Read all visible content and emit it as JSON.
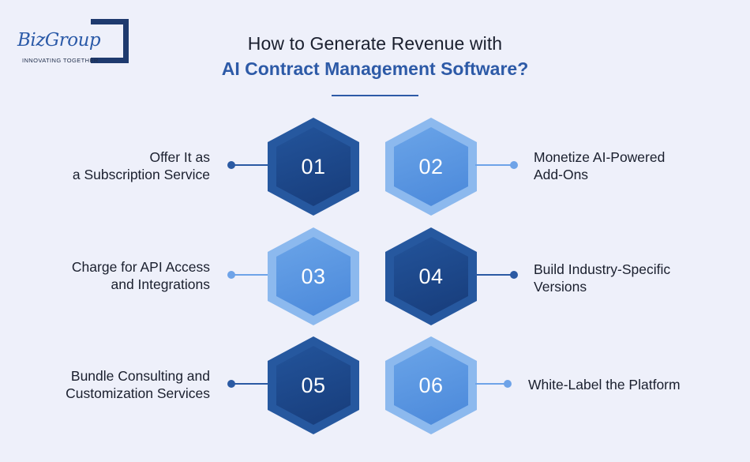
{
  "logo": {
    "name": "BizGroup",
    "tagline": "INNOVATING TOGETHER"
  },
  "title": {
    "line1": "How to Generate Revenue with",
    "line2": "AI Contract Management Software?"
  },
  "colors": {
    "dark": "#1e4a8f",
    "light": "#5c98e2",
    "title_accent": "#2d5aa7"
  },
  "steps": [
    {
      "number": "01",
      "label_line1": "Offer It as",
      "label_line2": "a Subscription Service"
    },
    {
      "number": "02",
      "label_line1": "Monetize AI-Powered",
      "label_line2": "Add-Ons"
    },
    {
      "number": "03",
      "label_line1": "Charge for API Access",
      "label_line2": "and Integrations"
    },
    {
      "number": "04",
      "label_line1": "Build Industry-Specific",
      "label_line2": "Versions"
    },
    {
      "number": "05",
      "label_line1": "Bundle Consulting and",
      "label_line2": "Customization Services"
    },
    {
      "number": "06",
      "label_line1": "White-Label the Platform",
      "label_line2": ""
    }
  ]
}
